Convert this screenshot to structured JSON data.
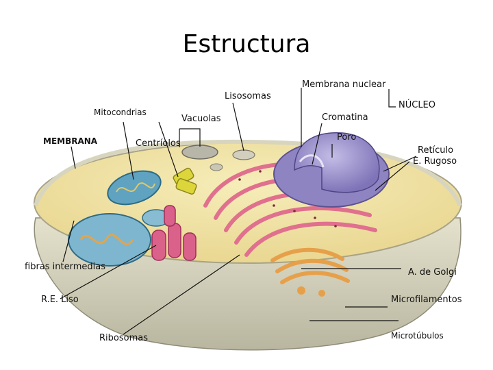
{
  "title": "Estructura",
  "labels": {
    "membrana_nuclear": "Membrana nuclear",
    "lisosomas": "Lisosomas",
    "nucleo": "NÚCLEO",
    "mitocondrias": "Mitocondrias",
    "vacuolas": "Vacuolas",
    "cromatina": "Cromatina",
    "membrana": "MEMBRANA",
    "centriolos": "Centríolos",
    "poro": "Poro",
    "reticulo": "Retículo",
    "e_rugoso": "E. Rugoso",
    "fibras": "fibras intermedias",
    "golgi": "A. de Golgi",
    "re_liso": "R.E. Liso",
    "microfilamentos": "Microfilamentos",
    "ribosomas": "Ribosomas",
    "microtubulos": "Microtúbulos"
  },
  "colors": {
    "cytoplasm": "#f1e6a6",
    "membrane": "#cfcbb0",
    "nucleus": "#9d93cc",
    "er": "#e0708e",
    "mitochondria": "#7fb6cf",
    "golgi": "#e7a04a"
  }
}
